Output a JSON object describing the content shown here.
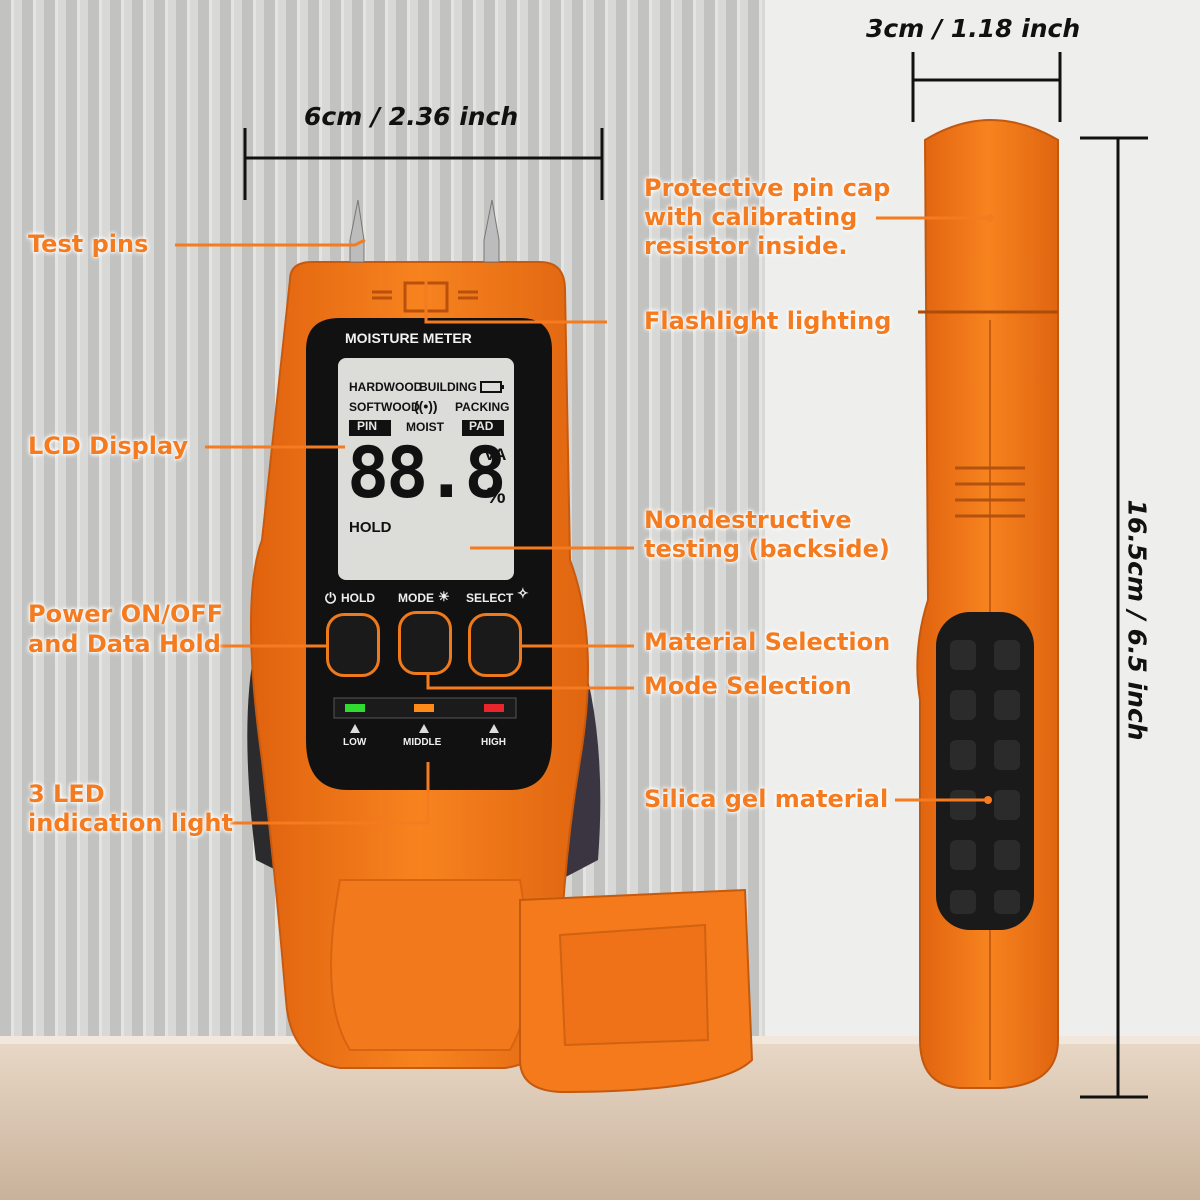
{
  "dimensions": {
    "width": "6cm / 2.36 inch",
    "depth": "3cm / 1.18 inch",
    "height": "16.5cm / 6.5 inch"
  },
  "device": {
    "title": "MOISTURE METER",
    "lcd": {
      "hardwood": "HARDWOOD",
      "building": "BUILDING",
      "softwood": "SOFTWOOD",
      "packing": "PACKING",
      "pin": "PIN",
      "moist": "MOIST",
      "pad": "PAD",
      "digits": "88.8",
      "va": "VA",
      "percent": "%",
      "hold": "HOLD"
    },
    "buttons": {
      "hold": "HOLD",
      "mode": "MODE",
      "select": "SELECT"
    },
    "leds": {
      "low": "LOW",
      "middle": "MIDDLE",
      "high": "HIGH"
    }
  },
  "callouts": {
    "test_pins": "Test pins",
    "lcd_display": "LCD Display",
    "power_1": "Power ON/OFF",
    "power_2": "and Data Hold",
    "led_1": "3 LED",
    "led_2": "indication light",
    "cap_1": "Protective pin cap",
    "cap_2": "with calibrating",
    "cap_3": "resistor inside.",
    "flashlight": "Flashlight lighting",
    "nondestructive_1": "Nondestructive",
    "nondestructive_2": "testing (backside)",
    "material": "Material Selection",
    "mode": "Mode Selection",
    "silica": "Silica gel material"
  },
  "colors": {
    "accent_orange": "#f47b20",
    "body_orange": "#f47a1b",
    "lcd_background": "#dcdcd8",
    "led_green": "#2fdc2f",
    "led_orange": "#ff8a1a",
    "led_red": "#e8262b"
  }
}
